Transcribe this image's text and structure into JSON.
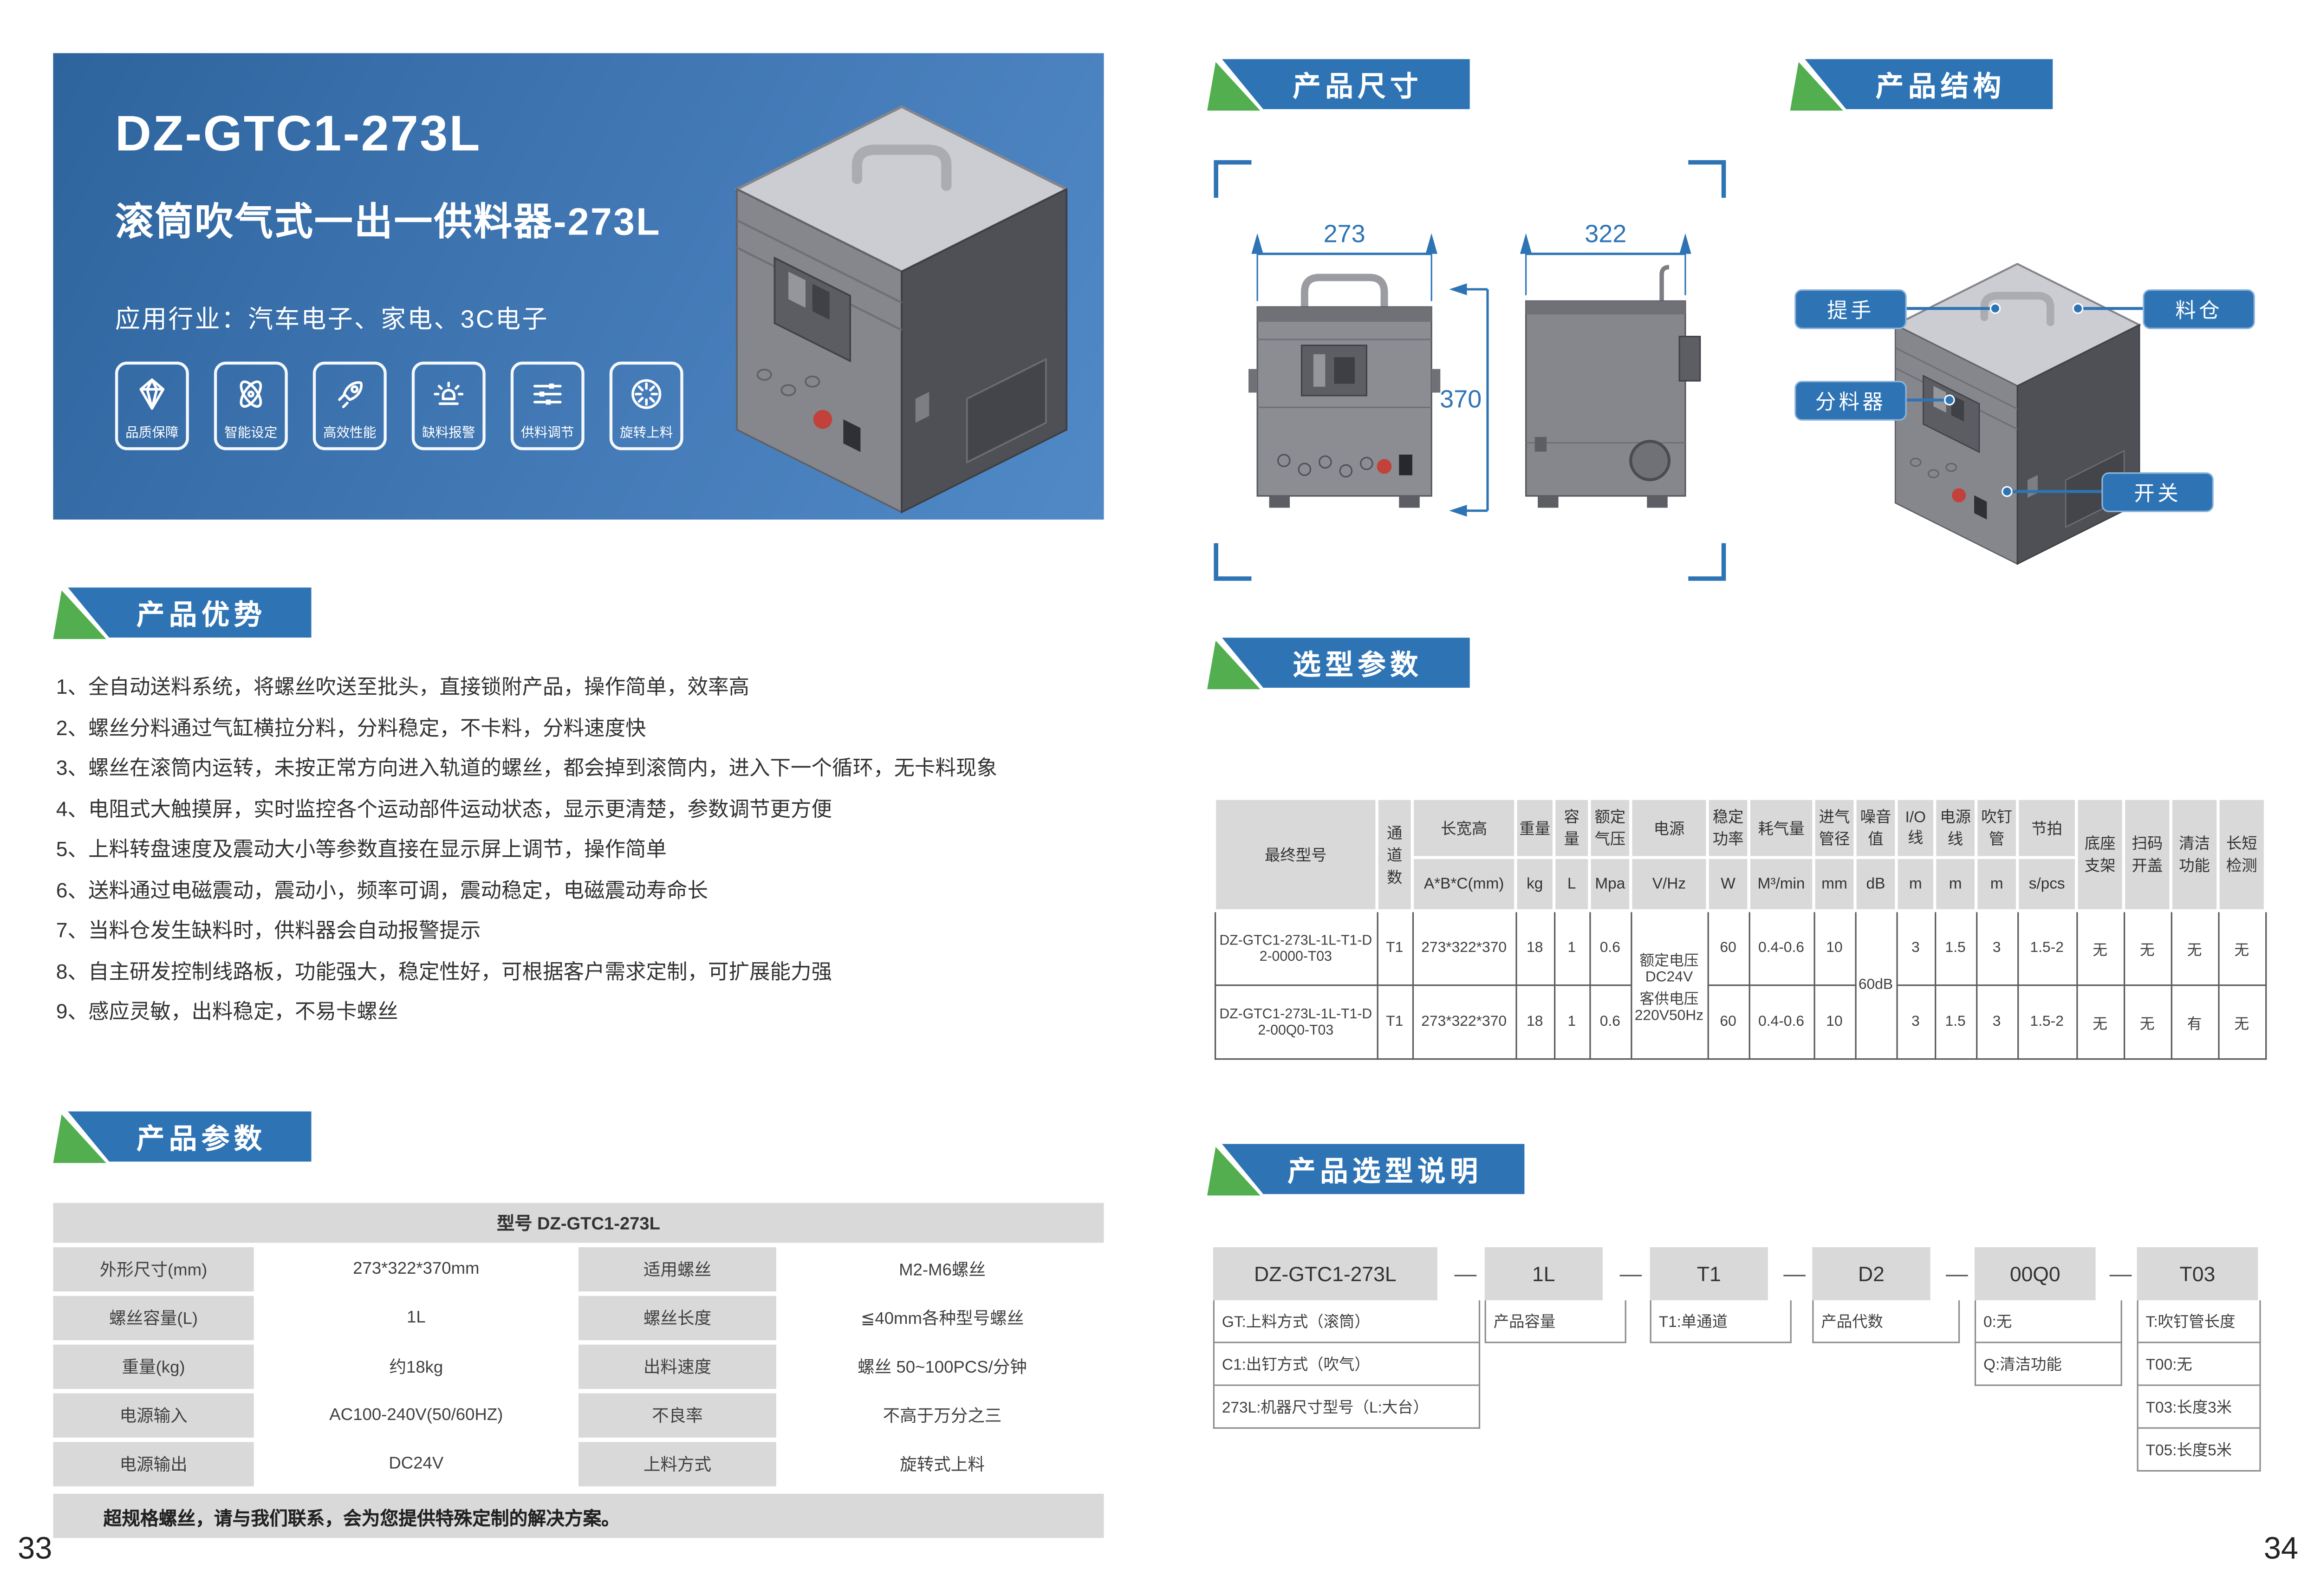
{
  "colors": {
    "accent_blue": "#2e74b5",
    "brand_green": "#52ae4f",
    "header_gray": "#d9d9d9"
  },
  "left_page": {
    "page_number": "33",
    "hero": {
      "model": "DZ-GTC1-273L",
      "subtitle": "滚筒吹气式一出一供料器-273L",
      "industries": "应用行业：汽车电子、家电、3C电子",
      "features": [
        {
          "label": "品质保障"
        },
        {
          "label": "智能设定"
        },
        {
          "label": "高效性能"
        },
        {
          "label": "缺料报警"
        },
        {
          "label": "供料调节"
        },
        {
          "label": "旋转上料"
        }
      ]
    },
    "advantages": {
      "title": "产品优势",
      "items": [
        "1、全自动送料系统，将螺丝吹送至批头，直接锁附产品，操作简单，效率高",
        "2、螺丝分料通过气缸横拉分料，分料稳定，不卡料，分料速度快",
        "3、螺丝在滚筒内运转，未按正常方向进入轨道的螺丝，都会掉到滚筒内，进入下一个循环，无卡料现象",
        "4、电阻式大触摸屏，实时监控各个运动部件运动状态，显示更清楚，参数调节更方便",
        "5、上料转盘速度及震动大小等参数直接在显示屏上调节，操作简单",
        "6、送料通过电磁震动，震动小，频率可调，震动稳定，电磁震动寿命长",
        "7、当料仓发生缺料时，供料器会自动报警提示",
        "8、自主研发控制线路板，功能强大，稳定性好，可根据客户需求定制，可扩展能力强",
        "9、感应灵敏，出料稳定，不易卡螺丝"
      ]
    },
    "parameters": {
      "title": "产品参数",
      "model_header": "型号  DZ-GTC1-273L",
      "rows": [
        {
          "l1": "外形尺寸(mm)",
          "v1": "273*322*370mm",
          "l2": "适用螺丝",
          "v2": "M2-M6螺丝"
        },
        {
          "l1": "螺丝容量(L)",
          "v1": "1L",
          "l2": "螺丝长度",
          "v2": "≦40mm各种型号螺丝"
        },
        {
          "l1": "重量(kg)",
          "v1": "约18kg",
          "l2": "出料速度",
          "v2": "螺丝 50~100PCS/分钟"
        },
        {
          "l1": "电源输入",
          "v1": "AC100-240V(50/60HZ)",
          "l2": "不良率",
          "v2": "不高于万分之三"
        },
        {
          "l1": "电源输出",
          "v1": "DC24V",
          "l2": "上料方式",
          "v2": "旋转式上料"
        }
      ],
      "note": "超规格螺丝，请与我们联系，会为您提供特殊定制的解决方案。"
    }
  },
  "right_page": {
    "page_number": "34",
    "dimensions": {
      "title": "产品尺寸",
      "front_width": "273",
      "side_width": "322",
      "height": "370"
    },
    "structure": {
      "title": "产品结构",
      "labels": {
        "handle": "提手",
        "hopper": "料仓",
        "separator": "分料器",
        "switch": "开关"
      }
    },
    "selection": {
      "title": "选型参数",
      "headers": {
        "final_model": "最终型号",
        "channels": "通道数",
        "size": "长宽高",
        "size_unit": "A*B*C(mm)",
        "weight": "重量",
        "weight_unit": "kg",
        "capacity": "容量",
        "capacity_unit": "L",
        "pressure": "额定气压",
        "pressure_unit": "Mpa",
        "power": "电源",
        "power_unit": "V/Hz",
        "stable_power": "稳定功率",
        "stable_power_unit": "W",
        "air_consumption": "耗气量",
        "air_consumption_unit": "M³/min",
        "inlet_diameter": "进气管径",
        "inlet_diameter_unit": "mm",
        "noise": "噪音值",
        "noise_unit": "dB",
        "io_cable": "I/O线",
        "io_cable_unit": "m",
        "power_cable": "电源线",
        "power_cable_unit": "m",
        "blow_pipe": "吹钉管",
        "blow_pipe_unit": "m",
        "cycle": "节拍",
        "cycle_unit": "s/pcs",
        "base_bracket": "底座支架",
        "scan_open": "扫码开盖",
        "clean_fn": "清洁功能",
        "length_check": "长短检测"
      },
      "merged": {
        "power_supply": [
          "额定电压",
          "DC24V",
          "客供电压",
          "220V50Hz"
        ],
        "noise": "60dB"
      },
      "rows": [
        {
          "model": "DZ-GTC1-273L-1L-T1-D2-0000-T03",
          "channels": "T1",
          "size": "273*322*370",
          "weight": "18",
          "capacity": "1",
          "pressure": "0.6",
          "stable_power": "60",
          "air_consumption": "0.4-0.6",
          "inlet_diameter": "10",
          "io_cable": "3",
          "power_cable": "1.5",
          "blow_pipe": "3",
          "cycle": "1.5-2",
          "base_bracket": "无",
          "scan_open": "无",
          "clean_fn": "无",
          "length_check": "无"
        },
        {
          "model": "DZ-GTC1-273L-1L-T1-D2-00Q0-T03",
          "channels": "T1",
          "size": "273*322*370",
          "weight": "18",
          "capacity": "1",
          "pressure": "0.6",
          "stable_power": "60",
          "air_consumption": "0.4-0.6",
          "inlet_diameter": "10",
          "io_cable": "3",
          "power_cable": "1.5",
          "blow_pipe": "3",
          "cycle": "1.5-2",
          "base_bracket": "无",
          "scan_open": "无",
          "clean_fn": "有",
          "length_check": "无"
        }
      ]
    },
    "naming": {
      "title": "产品选型说明",
      "dash": "—",
      "segments": [
        {
          "code": "DZ-GTC1-273L",
          "notes": [
            "GT:上料方式（滚筒）",
            "C1:出钉方式（吹气）",
            "273L:机器尺寸型号（L:大台）"
          ]
        },
        {
          "code": "1L",
          "notes": [
            "产品容量"
          ]
        },
        {
          "code": "T1",
          "notes": [
            "T1:单通道"
          ]
        },
        {
          "code": "D2",
          "notes": [
            "产品代数"
          ]
        },
        {
          "code": "00Q0",
          "notes": [
            "0:无",
            "Q:清洁功能"
          ]
        },
        {
          "code": "T03",
          "notes": [
            "T:吹钉管长度",
            "T00:无",
            "T03:长度3米",
            "T05:长度5米"
          ]
        }
      ]
    }
  }
}
